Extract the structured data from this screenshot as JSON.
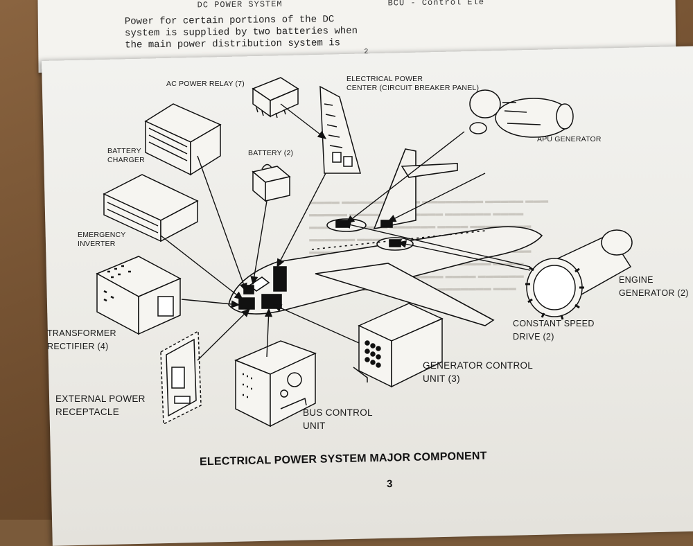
{
  "upper_page": {
    "header_left": "DC POWER SYSTEM",
    "header_right": "BCU - Control Ele",
    "lines": [
      "Power for certain portions of the DC",
      "system is supplied by two batteries when",
      "the main power distribution system is"
    ],
    "page_number": "2"
  },
  "diagram": {
    "caption": "ELECTRICAL POWER SYSTEM MAJOR COMPONENT",
    "page_number": "3",
    "labels": {
      "ac_power_relay": [
        "AC POWER RELAY (7)"
      ],
      "electrical_power_center": [
        "ELECTRICAL POWER",
        "CENTER (CIRCUIT BREAKER PANEL)"
      ],
      "apu_generator": [
        "APU GENERATOR"
      ],
      "battery_charger": [
        "BATTERY",
        "CHARGER"
      ],
      "battery": [
        "BATTERY (2)"
      ],
      "emergency_inverter": [
        "EMERGENCY",
        "INVERTER"
      ],
      "engine_generator": [
        "ENGINE",
        "GENERATOR (2)"
      ],
      "transformer_rectifier": [
        "TRANSFORMER",
        "RECTIFIER (4)"
      ],
      "constant_speed_drive": [
        "CONSTANT SPEED",
        "DRIVE (2)"
      ],
      "generator_control_unit": [
        "GENERATOR CONTROL",
        "UNIT (3)"
      ],
      "external_power_receptacle": [
        "EXTERNAL POWER",
        "RECEPTACLE"
      ],
      "bus_control_unit": [
        "BUS CONTROL",
        "UNIT"
      ]
    }
  }
}
